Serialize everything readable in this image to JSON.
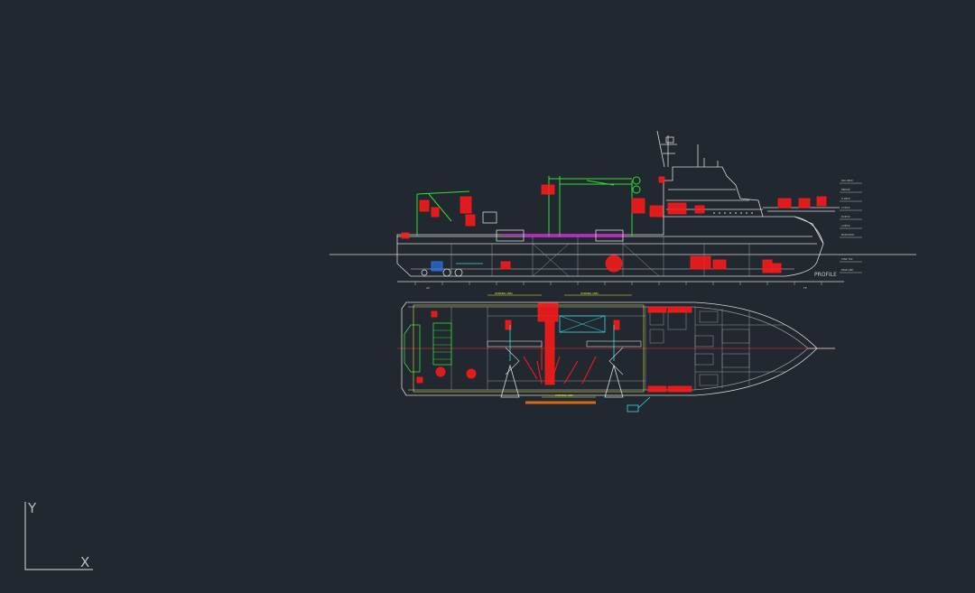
{
  "drawing": {
    "profile_label": "PROFILE",
    "section_labels": [
      "AP",
      "FP"
    ],
    "plan_labels": [
      "WORKING AREA",
      "WORKING AREA",
      "WORKING AREA"
    ],
    "level_labels": [
      "NAV DECK",
      "BRIDGE",
      "D DECK",
      "C DECK",
      "B DECK",
      "A DECK",
      "MAIN DECK",
      "TANK TOP",
      "BASE LINE"
    ]
  },
  "ucs": {
    "y_label": "Y",
    "x_label": "X"
  },
  "colors": {
    "background": "#212830",
    "line": "#d9d9d9",
    "red": "#ff1a1a",
    "green": "#33dd33",
    "magenta": "#ff33ff",
    "cyan": "#33dddd",
    "yellow": "#e6e633",
    "blue": "#2a7fff",
    "orange": "#d46a1a"
  }
}
